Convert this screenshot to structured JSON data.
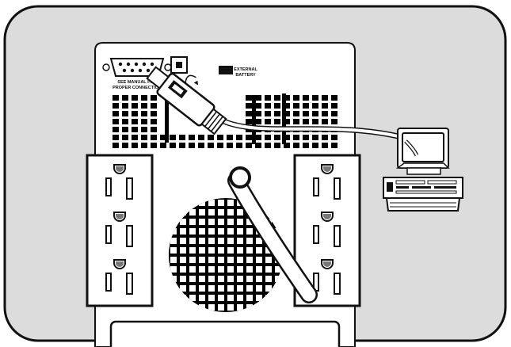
{
  "labels": {
    "manual_line1": "SEE MANUAL FOR",
    "manual_line2": "PROPER CONNECTION",
    "battery_line1": "EXTERNAL",
    "battery_line2": "BATTERY"
  },
  "colors": {
    "frame_fill": "#dcdcdc",
    "stroke": "#111111",
    "panel": "#ffffff",
    "vent": "#000000",
    "cable": "#ffffff"
  },
  "icons": {
    "serial_port": "db9-port-icon",
    "computer": "desktop-computer-icon",
    "outlet": "nema-outlet-icon",
    "fan": "fan-grille-icon"
  }
}
